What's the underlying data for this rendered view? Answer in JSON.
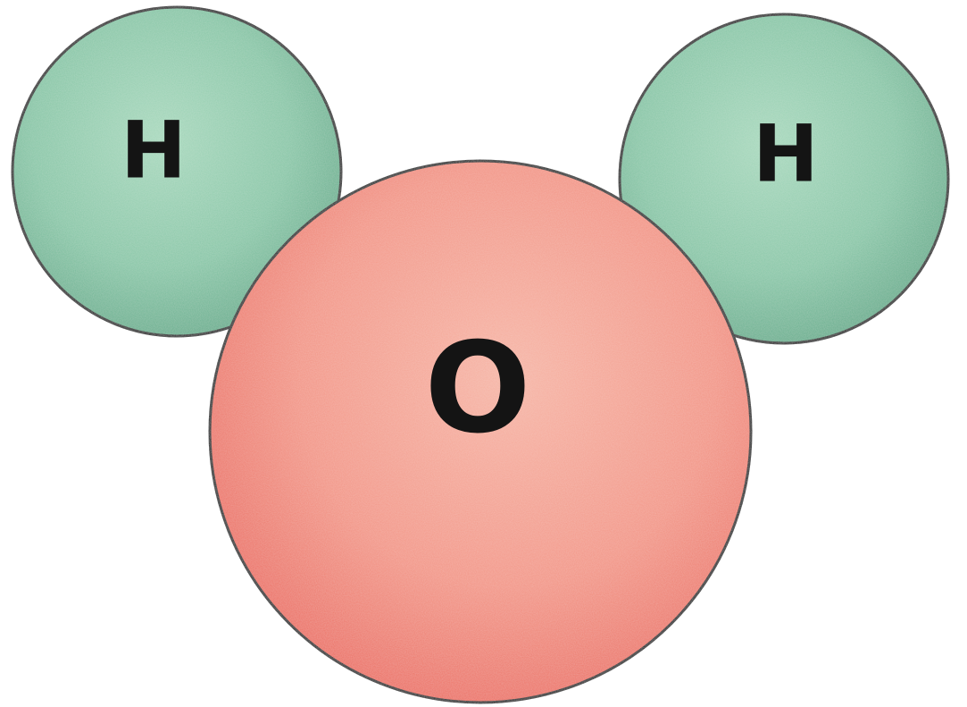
{
  "molecule": {
    "atoms": [
      {
        "id": "hydrogen-left",
        "label": "H",
        "color": "#7fc2a0"
      },
      {
        "id": "hydrogen-right",
        "label": "H",
        "color": "#7fc2a0"
      },
      {
        "id": "oxygen",
        "label": "O",
        "color": "#f08c7c"
      }
    ],
    "outline_color": "#1a1a1a"
  }
}
